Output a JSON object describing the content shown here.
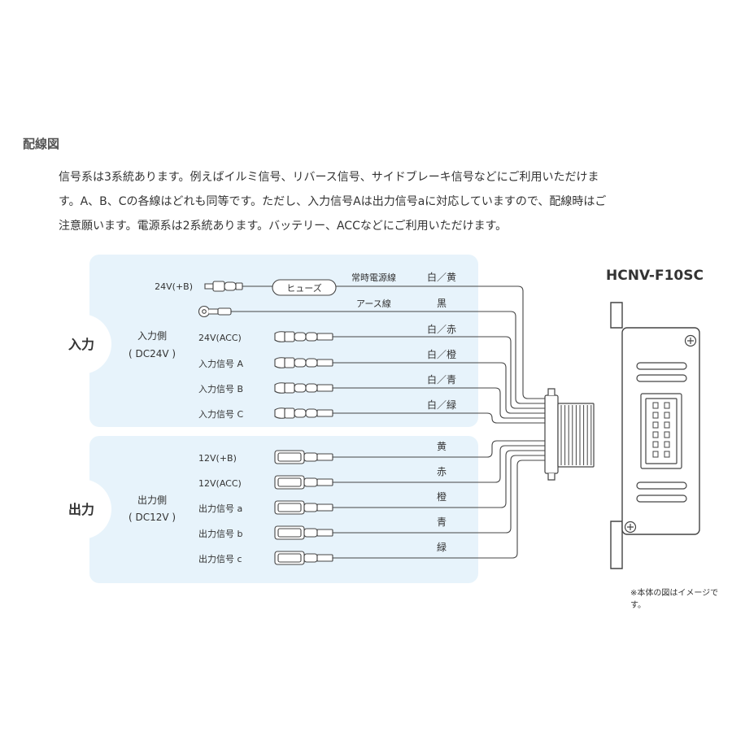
{
  "title": "配線図",
  "description": [
    "信号系は3系統あります。例えばイルミ信号、リバース信号、サイドブレーキ信号などにご利用いただけま",
    "す。A、B、Cの各線はどれも同等です。ただし、入力信号Aは出力信号aに対応していますので、配線時はご",
    "注意願います。電源系は2系統あります。バッテリー、ACCなどにご利用いただけます。"
  ],
  "model_name": "HCNV-F10SC",
  "fuse_label": "ヒューズ",
  "input_section": {
    "badge": "入力",
    "side_label": "入力側",
    "side_voltage": "( DC24V )"
  },
  "output_section": {
    "badge": "出力",
    "side_label": "出力側",
    "side_voltage": "( DC12V )"
  },
  "input_wires": [
    {
      "label": "24V(+B)",
      "description": "常時電源線",
      "color_text": "白／黄"
    },
    {
      "label": "",
      "description": "アース線",
      "color_text": "黒"
    },
    {
      "label": "24V(ACC)",
      "description": "",
      "color_text": "白／赤"
    },
    {
      "label": "入力信号 A",
      "description": "",
      "color_text": "白／橙"
    },
    {
      "label": "入力信号 B",
      "description": "",
      "color_text": "白／青"
    },
    {
      "label": "入力信号 C",
      "description": "",
      "color_text": "白／緑"
    }
  ],
  "output_wires": [
    {
      "label": "12V(+B)",
      "color_text": "黄"
    },
    {
      "label": "12V(ACC)",
      "color_text": "赤"
    },
    {
      "label": "出力信号 a",
      "color_text": "橙"
    },
    {
      "label": "出力信号 b",
      "color_text": "青"
    },
    {
      "label": "出力信号 c",
      "color_text": "緑"
    }
  ],
  "note": "※本体の図はイメージです。",
  "colors": {
    "panel_bg": "#e7f3fb",
    "badge_bg": "#ffffff",
    "line": "#444444"
  }
}
